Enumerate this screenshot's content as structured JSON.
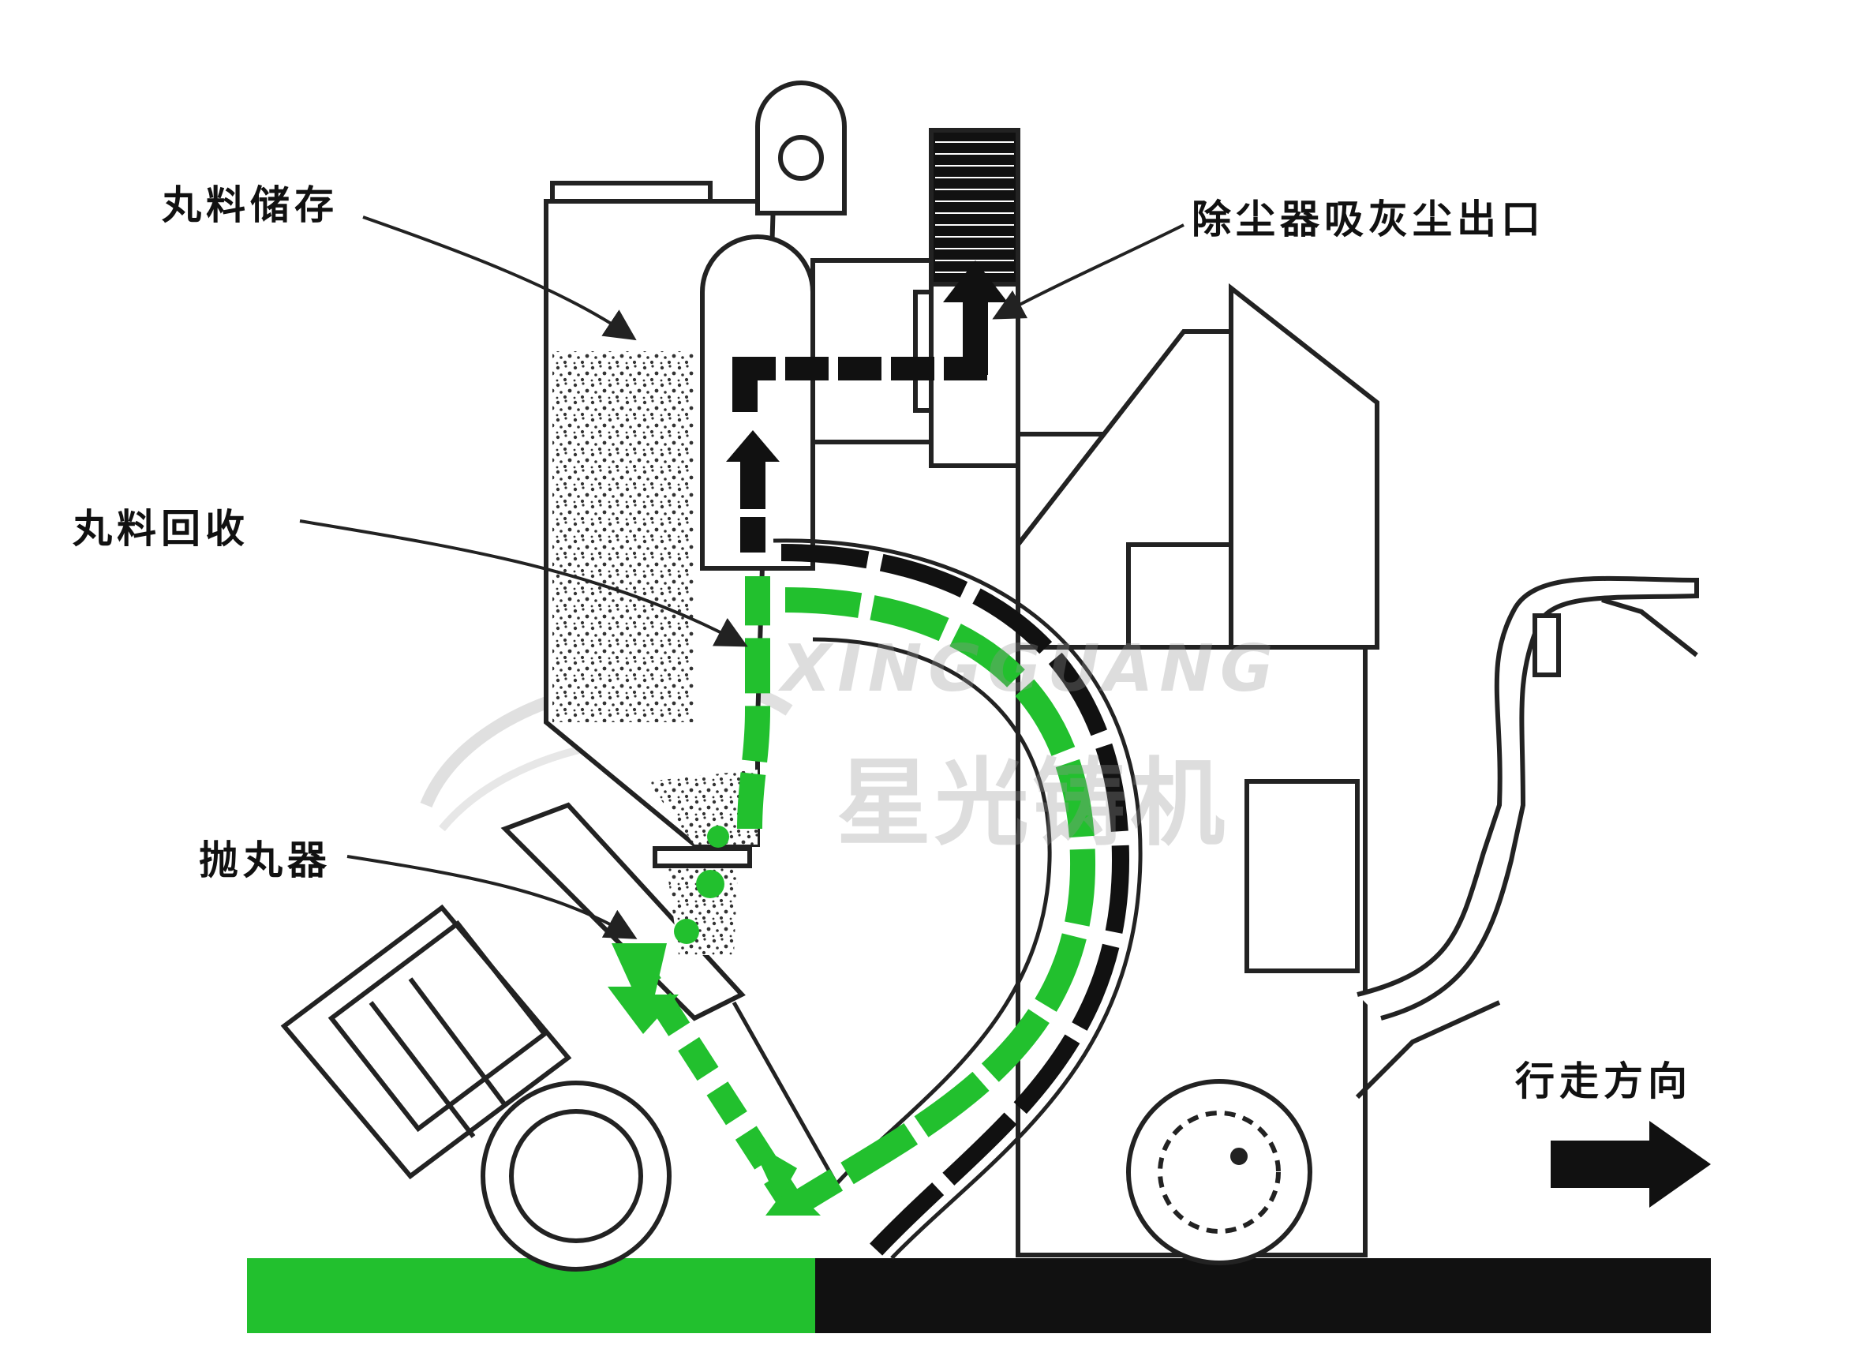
{
  "labels": {
    "shot_storage": "丸料储存",
    "shot_recycle": "丸料回收",
    "shot_blaster": "抛丸器",
    "dust_outlet": "除尘器吸灰尘出口",
    "travel_direction": "行走方向"
  },
  "watermark": {
    "latin": "XINGGUANG",
    "cjk": "星光铸机"
  },
  "colors": {
    "flow_green": "#22c02e",
    "flow_black": "#111111",
    "outline": "#222222",
    "logo_orange": "#f3c98f"
  },
  "icons": {
    "flow_arrow": "arrow-icon",
    "logo": "star-logo-icon"
  }
}
